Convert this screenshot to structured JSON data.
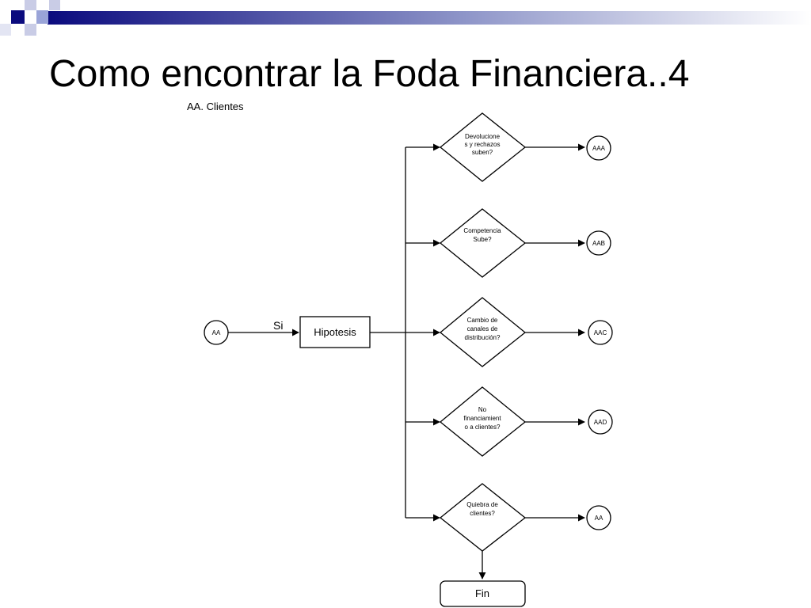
{
  "slide": {
    "title": "Como encontrar la Foda Financiera..4",
    "subtitle": "AA. Clientes"
  },
  "flow": {
    "start_node": "AA",
    "edge_label": "Si",
    "process": "Hipotesis",
    "decisions": [
      {
        "lines": [
          "Devolucione",
          "s y rechazos",
          "suben?"
        ],
        "outcome": "AAA"
      },
      {
        "lines": [
          "Competencia",
          "Sube?"
        ],
        "outcome": "AAB"
      },
      {
        "lines": [
          "Cambio de",
          "canales de",
          "distribución?"
        ],
        "outcome": "AAC"
      },
      {
        "lines": [
          "No",
          "financiamient",
          "o a clientes?"
        ],
        "outcome": "AAD"
      },
      {
        "lines": [
          "Quiebra de",
          "clientes?"
        ],
        "outcome": "AA"
      }
    ],
    "end": "Fin"
  },
  "colors": {
    "banner_dark": "#0b0b7e",
    "banner_light": "#9aa4d8",
    "line": "#000000"
  }
}
